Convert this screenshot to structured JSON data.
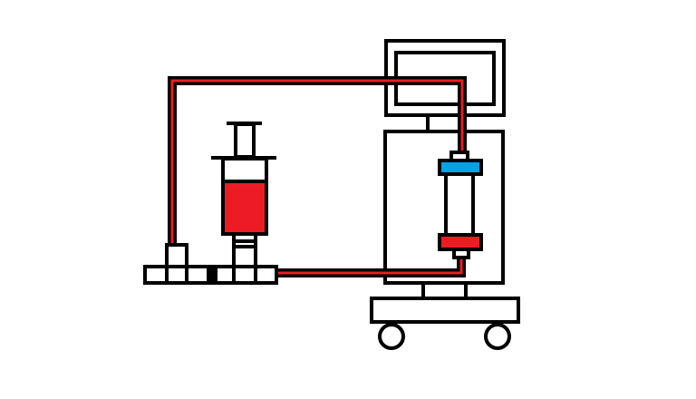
{
  "diagram": {
    "description_labels": [],
    "colors": {
      "outline": "#000000",
      "blood": "#ed1c24",
      "cap_top": "#00a2e8",
      "cap_bottom": "#ed1c24",
      "background": "#ffffff"
    },
    "components": [
      "syringe",
      "stopcock-manifold",
      "tubing",
      "column-cartridge",
      "monitor",
      "device-cabinet",
      "cart"
    ]
  }
}
